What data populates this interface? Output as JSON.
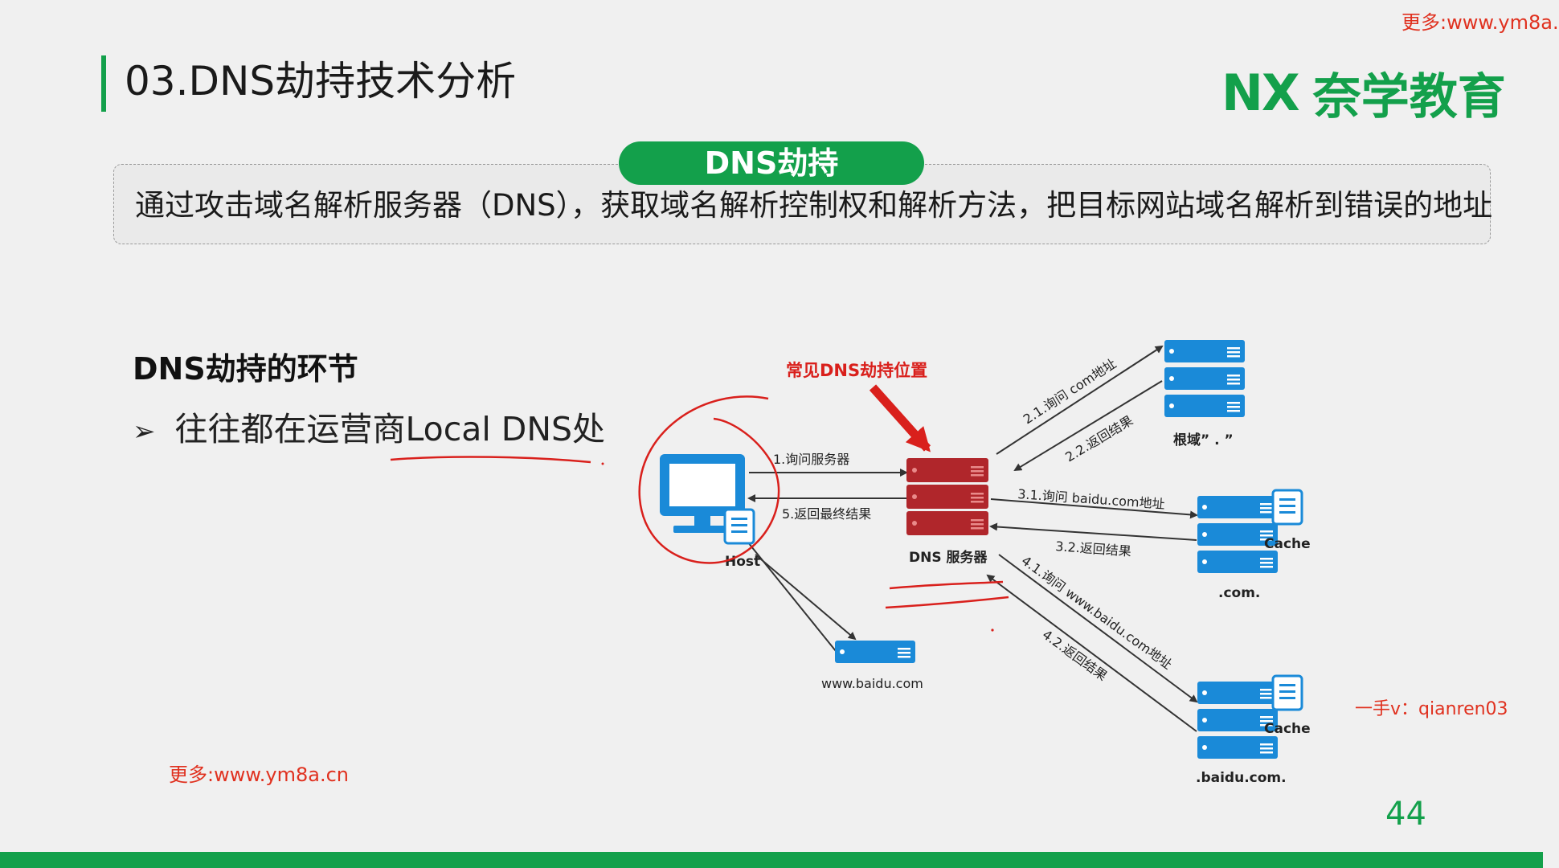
{
  "header": {
    "title": "03.DNS劫持技术分析",
    "brand_mark": "NX",
    "brand_name": "奈学教育"
  },
  "watermarks": {
    "top": "更多:www.ym8a.",
    "bottom": "更多:www.ym8a.cn",
    "contact": "一手v：qianren03"
  },
  "definition": {
    "pill_label": "DNS劫持",
    "text": "通过攻击域名解析服务器（DNS），获取域名解析控制权和解析方法，把目标网站域名解析到错误的地址"
  },
  "section": {
    "heading": "DNS劫持的环节",
    "bullet_marker": "➢",
    "bullet_text": "往往都在运营商Local DNS处"
  },
  "diagram": {
    "callout": "常见DNS劫持位置",
    "nodes": {
      "host": "Host",
      "dns_server": "DNS 服务器",
      "root": "根域” . ”",
      "com": ".com.",
      "baidu": ".baidu.com.",
      "website": "www.baidu.com",
      "cache_com": "Cache",
      "cache_baidu": "Cache"
    },
    "edges": {
      "e1": "1.询问服务器",
      "e5": "5.返回最终结果",
      "e21": "2.1.询问 com地址",
      "e22": "2.2.返回结果",
      "e31": "3.1.询问 baidu.com地址",
      "e32": "3.2.返回结果",
      "e41": "4.1.询问 www.baidu.com地址",
      "e42": "4.2.返回结果"
    },
    "colors": {
      "server_blue": "#1a8ad8",
      "dns_red": "#b0262b",
      "annotation_red": "#d9201c"
    }
  },
  "page_number": "44",
  "colors": {
    "brand_green": "#13a04b",
    "watermark_red": "#e0311f"
  }
}
